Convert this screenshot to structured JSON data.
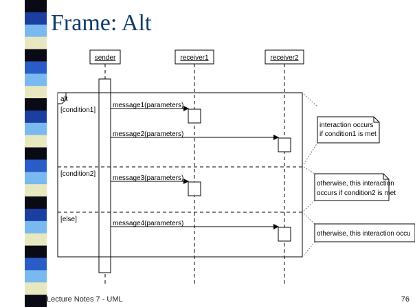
{
  "slide": {
    "title": "Frame: Alt",
    "footer_left": "Lecture Notes 7 - UML",
    "page_number": "76"
  },
  "sidebar": {
    "stripe_colors": [
      "#0a0a14",
      "#1a3fa0",
      "#7ab8f0",
      "#e8e8c0",
      "#2a5cc8"
    ]
  },
  "lifelines": {
    "sender": "sender",
    "receiver1": "receiver1",
    "receiver2": "receiver2"
  },
  "frame": {
    "operator": "alt",
    "guards": [
      "[condition1]",
      "[condition2]",
      "[else]"
    ]
  },
  "messages": [
    "message1(parameters)",
    "message2(parameters)",
    "message3(parameters)",
    "message4(parameters)"
  ],
  "notes": {
    "note1_line1": "interaction occurs",
    "note1_line2": "if condition1 is met",
    "note2_line1": "otherwise, this interaction",
    "note2_line2": "occurs if condition2 is met",
    "note3_line1": "otherwise, this interaction occu"
  }
}
